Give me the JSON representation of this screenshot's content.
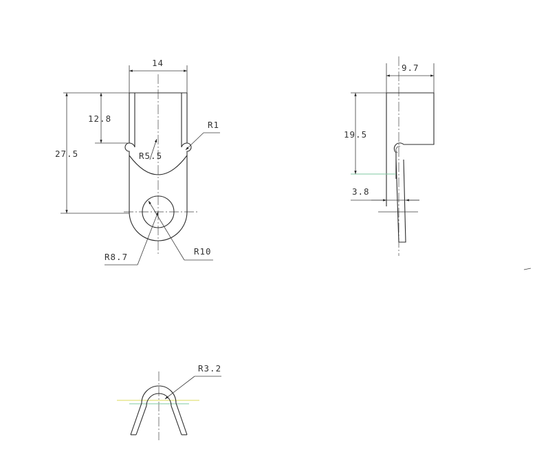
{
  "front_view": {
    "width": "14",
    "slot_depth": "12.8",
    "overall_height": "27.5",
    "notch_radius": "R1",
    "arc_radius": "R5.5",
    "hole_radius": "R8.7",
    "outer_radius": "R10"
  },
  "side_view": {
    "thickness_width": "9.7",
    "height": "19.5",
    "offset": "3.8"
  },
  "bottom_view": {
    "bend_radius": "R3.2"
  },
  "colors": {
    "line": "#2b2b2b",
    "accent_yellow": "#e2e07a",
    "accent_green": "#7ec9a0"
  }
}
